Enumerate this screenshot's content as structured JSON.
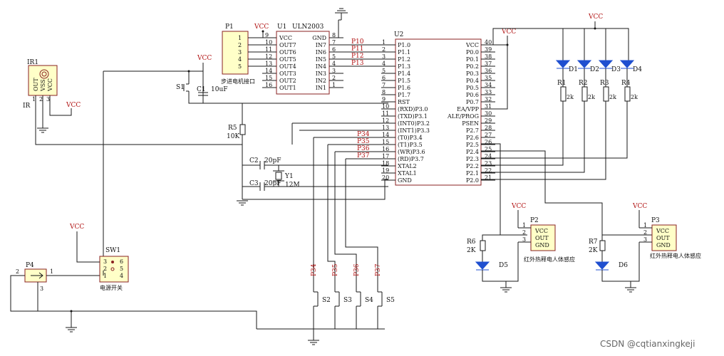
{
  "chips": {
    "u1": {
      "ref": "U1",
      "name": "ULN2003",
      "left_pins": [
        "VCC",
        "OUT7",
        "OUT6",
        "OUT5",
        "OUT4",
        "OUT3",
        "OUT2",
        "OUT1"
      ],
      "left_nums": [
        "9",
        "10",
        "11",
        "12",
        "13",
        "14",
        "15",
        "16"
      ],
      "right_pins": [
        "GND",
        "IN7",
        "IN6",
        "IN5",
        "IN4",
        "IN3",
        "IN2",
        "IN1"
      ],
      "right_nums": [
        "8",
        "7",
        "6",
        "5",
        "4",
        "3",
        "2",
        "1"
      ]
    },
    "u2": {
      "ref": "U2",
      "left_pins": [
        "P1.0",
        "P1.1",
        "P1.2",
        "P1.3",
        "P1.4",
        "P1.5",
        "P1.6",
        "P1.7",
        "RST",
        "(RXD)P3.0",
        "(TXD)P3.1",
        "(INT0)P3.2",
        "(INT1)P3.3",
        "(T0)P3.4",
        "(T1)P3.5",
        "(WR)P3.6",
        "(RD)P3.7",
        "XTAL2",
        "XTAL1",
        "GND"
      ],
      "left_nums": [
        "1",
        "2",
        "3",
        "4",
        "5",
        "6",
        "7",
        "8",
        "9",
        "10",
        "11",
        "12",
        "13",
        "14",
        "15",
        "16",
        "17",
        "18",
        "19",
        "20"
      ],
      "right_pins": [
        "VCC",
        "P0.0",
        "P0.1",
        "P0.2",
        "P0.3",
        "P0.4",
        "P0.5",
        "P0.6",
        "P0.7",
        "EA/VPP",
        "ALE/PROG",
        "PSEN",
        "P2.7",
        "P2.6",
        "P2.5",
        "P2.4",
        "P2.3",
        "P2.2",
        "P2.1",
        "P2.0"
      ],
      "right_nums": [
        "40",
        "39",
        "38",
        "37",
        "36",
        "35",
        "34",
        "33",
        "32",
        "31",
        "30",
        "29",
        "28",
        "27",
        "26",
        "25",
        "24",
        "23",
        "22",
        "21"
      ]
    }
  },
  "connectors": {
    "p1": {
      "ref": "P1",
      "pins": [
        "1",
        "2",
        "3",
        "4",
        "5"
      ],
      "label": "步进电机接口"
    },
    "p2": {
      "ref": "P2",
      "pins": [
        "VCC",
        "OUT",
        "GND"
      ],
      "nums": [
        "1",
        "2",
        "3"
      ],
      "label": "红外热释电人体感应"
    },
    "p3": {
      "ref": "P3",
      "pins": [
        "VCC",
        "OUT",
        "GND"
      ],
      "nums": [
        "1",
        "2",
        "3"
      ],
      "label": "红外热释电人体感应"
    },
    "p4": {
      "ref": "P4",
      "nums": [
        "2",
        "1",
        "3"
      ]
    },
    "ir1": {
      "ref": "IR1",
      "pins": [
        "OUT",
        "VSS",
        "VCC"
      ],
      "nums": [
        "1",
        "2",
        "3"
      ],
      "label": "IR"
    },
    "sw1": {
      "ref": "SW1",
      "nums": [
        "3",
        "2",
        "1",
        "6",
        "5",
        "4"
      ],
      "label": "电源开关"
    }
  },
  "nets": {
    "vcc": "VCC",
    "p10": "P10",
    "p11": "P11",
    "p12": "P12",
    "p13": "P13",
    "p34": "P34",
    "p35": "P35",
    "p36": "P36",
    "p37": "P37"
  },
  "parts": {
    "s1": "S1",
    "s2": "S2",
    "s3": "S3",
    "s4": "S4",
    "s5": "S5",
    "c1": "C1",
    "c1v": "10uF",
    "c2": "C2",
    "c2v": "20pF",
    "c3": "C3",
    "c3v": "20pF",
    "y1": "Y1",
    "y1v": "12M",
    "r5": "R5",
    "r5v": "10K",
    "r1": "R1",
    "r2": "R2",
    "r3": "R3",
    "r4": "R4",
    "rv": "2k",
    "r6": "R6",
    "r6v": "2K",
    "r7": "R7",
    "r7v": "2K",
    "d1": "D1",
    "d2": "D2",
    "d3": "D3",
    "d4": "D4",
    "d5": "D5",
    "d6": "D6"
  },
  "watermark": "CSDN @cqtianxingkeji",
  "colors": {
    "wire": "#1a1a1a",
    "box_border": "#8a2020",
    "connector_fill": "#ffffc8",
    "net_label": "#b01010",
    "led": "#1f4fd0"
  }
}
